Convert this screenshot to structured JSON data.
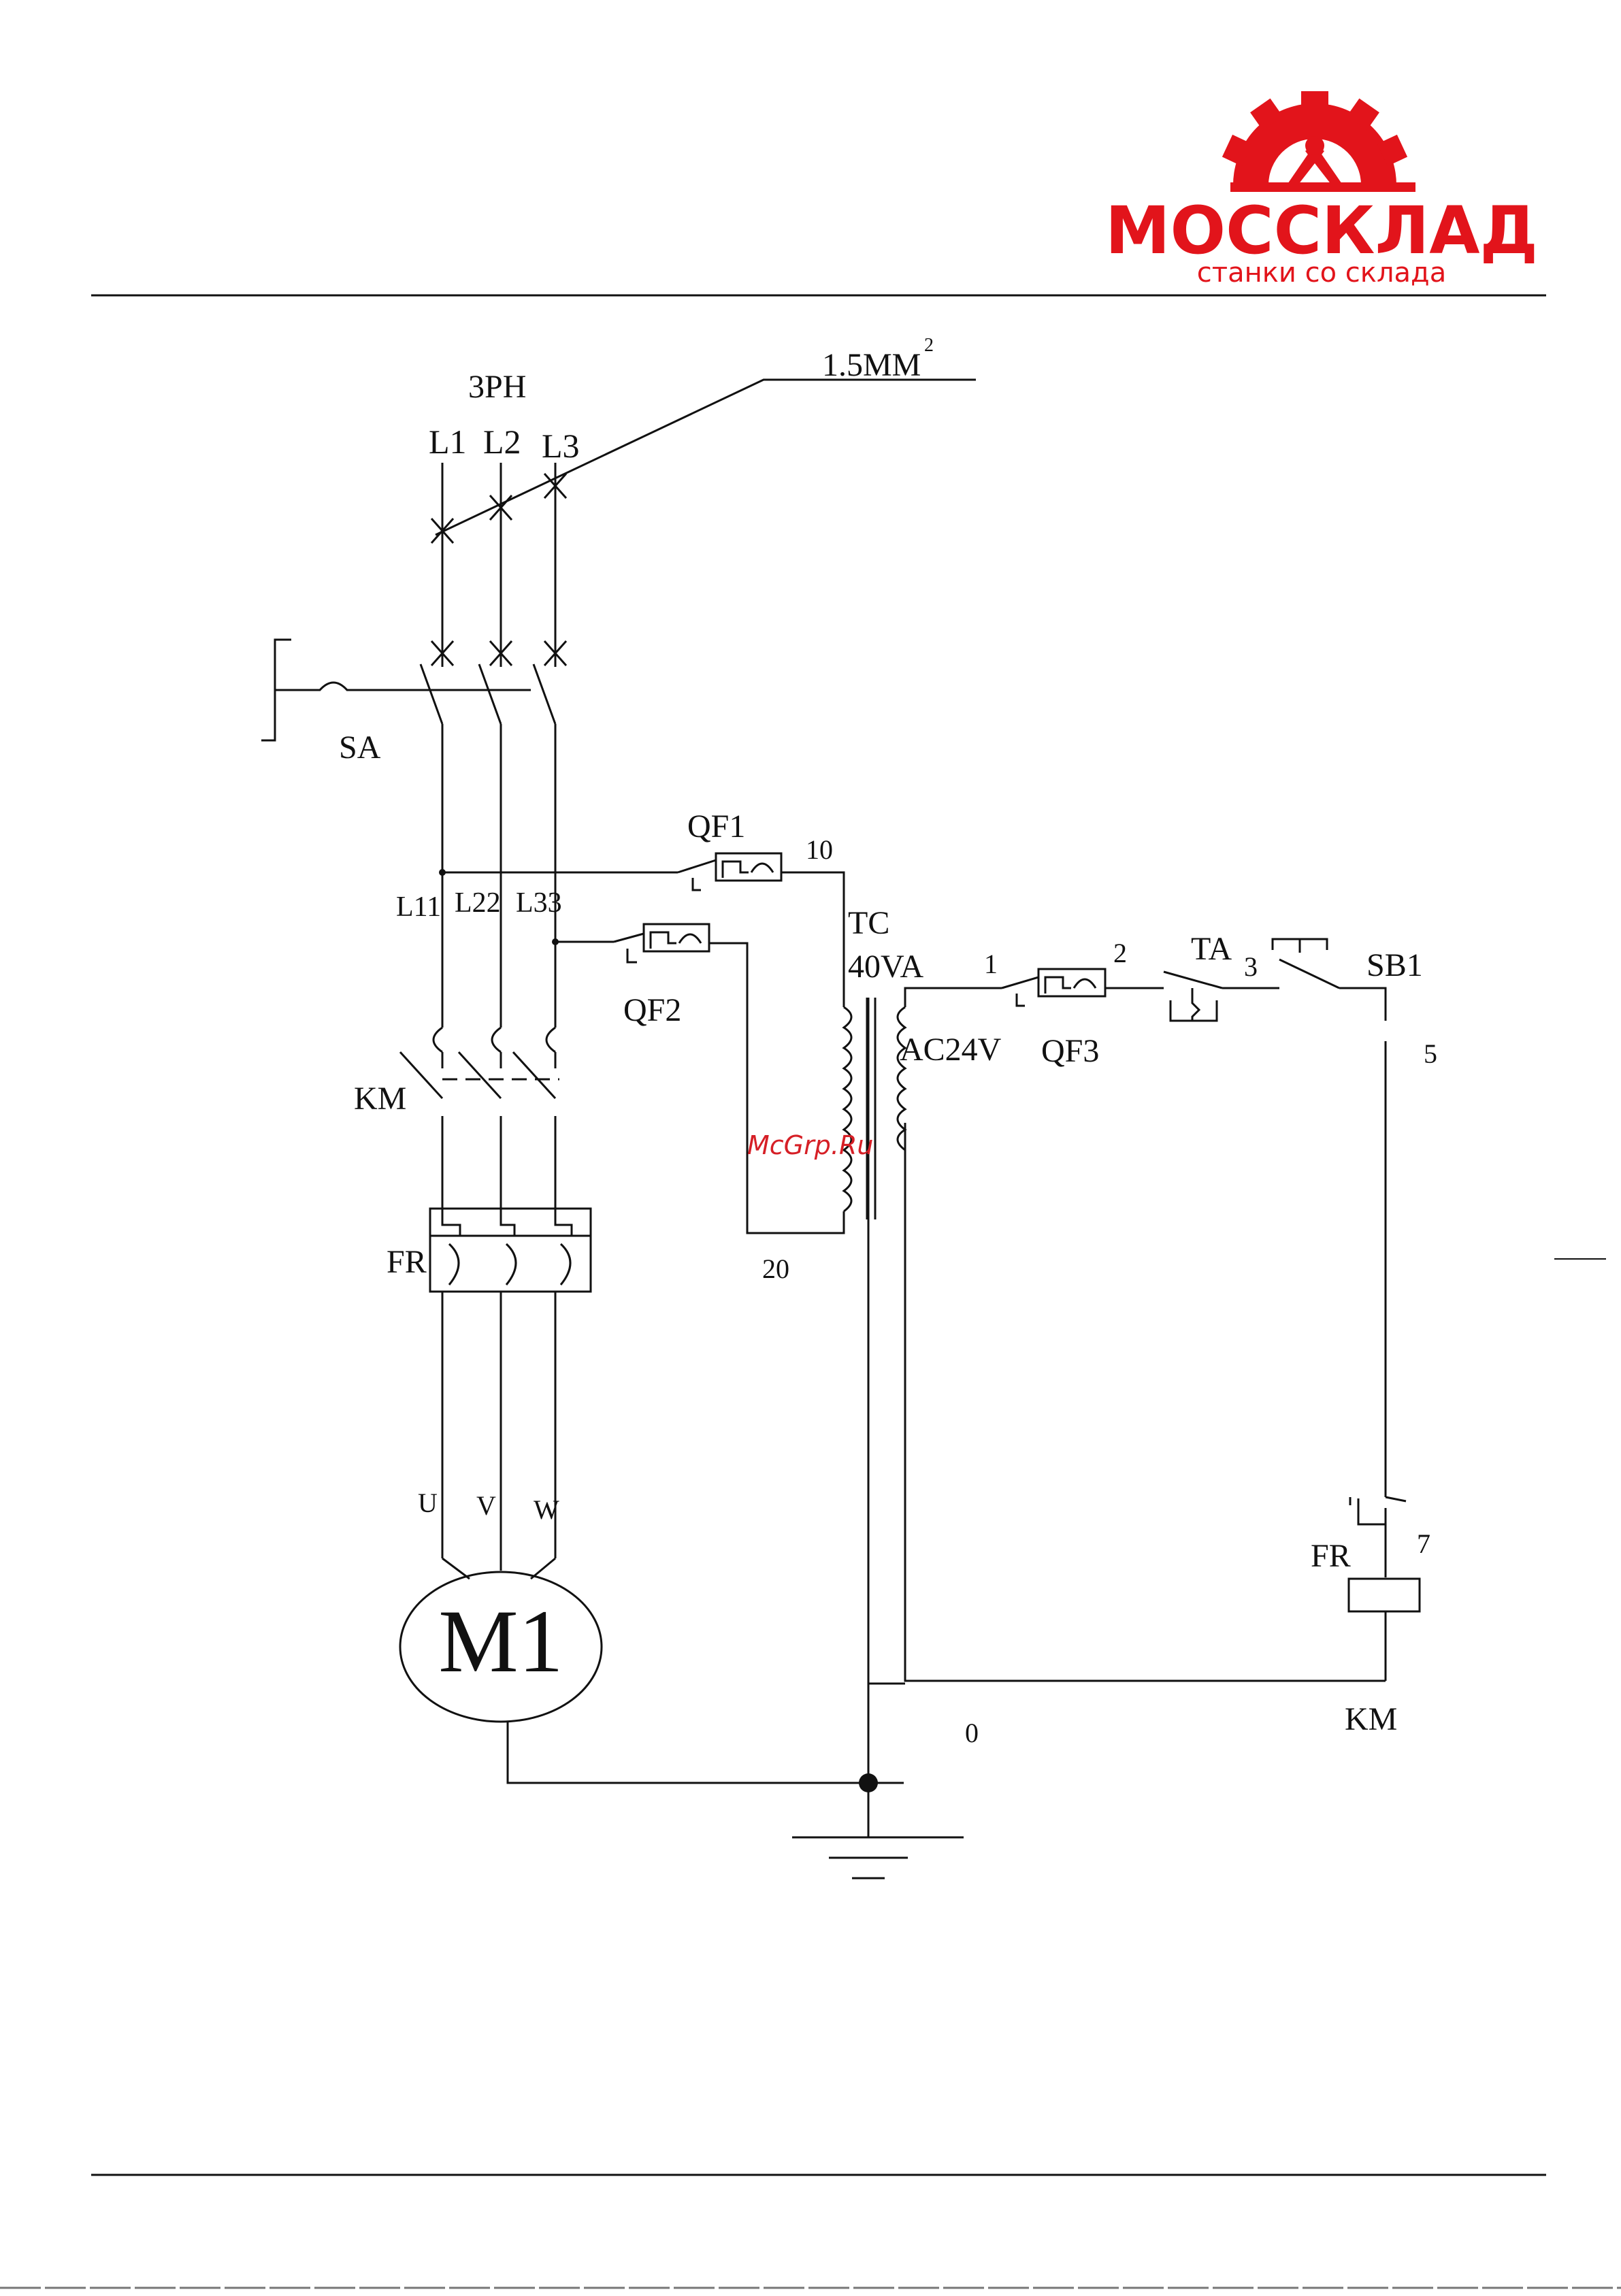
{
  "header": {
    "logo": {
      "brand": "МОССКЛАД",
      "tagline": "станки со склада",
      "brand_color": "#e2141b",
      "icon": "gear-icon"
    }
  },
  "watermark": {
    "text": "McGrp.Ru",
    "color": "#d61f26"
  },
  "diagram": {
    "supply": "3PH",
    "wire_size": "1.5MM",
    "wire_size_sup": "2",
    "phases": [
      "L1",
      "L2",
      "L3"
    ],
    "switch": "SA",
    "phases_out": [
      "L11",
      "L22",
      "L33"
    ],
    "contactor": "KM",
    "relay": "FR",
    "motor_terms": [
      "U",
      "V",
      "W"
    ],
    "motor": "M1",
    "breakers": [
      "QF1",
      "QF2",
      "QF3"
    ],
    "transformer": "TC",
    "transformer_power": "40VA",
    "secondary": "AC24V",
    "wire_numbers": [
      "10",
      "20",
      "1",
      "2",
      "3",
      "5",
      "7",
      "0"
    ],
    "stop_button": "TA",
    "start_button": "SB1",
    "relay_contact": "FR",
    "coil": "KM"
  }
}
